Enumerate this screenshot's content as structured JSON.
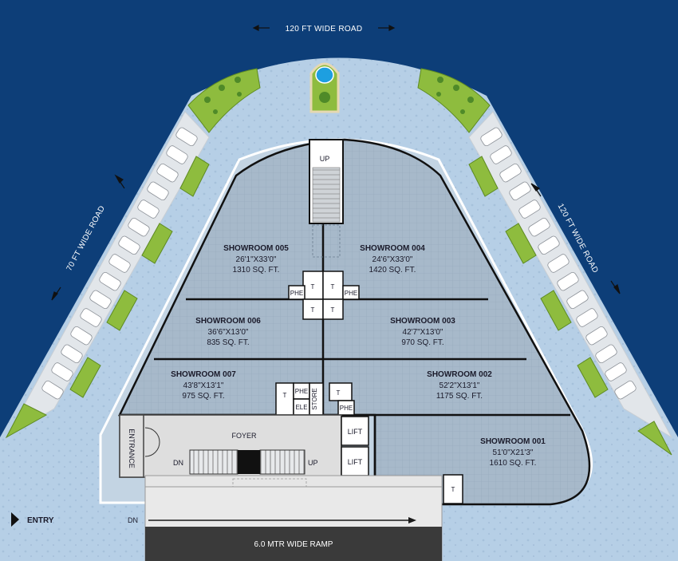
{
  "roads": {
    "top": "120 FT WIDE ROAD",
    "left": "70 FT WIDE ROAD",
    "right": "120 FT WIDE ROAD"
  },
  "showrooms": [
    {
      "id": "005",
      "name": "SHOWROOM 005",
      "dim": "26'1\"X33'0\"",
      "area": "1310 SQ. FT."
    },
    {
      "id": "004",
      "name": "SHOWROOM 004",
      "dim": "24'6\"X33'0\"",
      "area": "1420 SQ. FT."
    },
    {
      "id": "006",
      "name": "SHOWROOM 006",
      "dim": "36'6\"X13'0\"",
      "area": "835 SQ. FT."
    },
    {
      "id": "003",
      "name": "SHOWROOM 003",
      "dim": "42'7\"X13'0\"",
      "area": "970 SQ. FT."
    },
    {
      "id": "007",
      "name": "SHOWROOM 007",
      "dim": "43'8\"X13'1\"",
      "area": "975 SQ. FT."
    },
    {
      "id": "002",
      "name": "SHOWROOM 002",
      "dim": "52'2\"X13'1\"",
      "area": "1175 SQ. FT."
    },
    {
      "id": "001",
      "name": "SHOWROOM 001",
      "dim": "51'0\"X21'3\"",
      "area": "1610 SQ. FT."
    }
  ],
  "labels": {
    "up": "UP",
    "dn": "DN",
    "foyer": "FOYER",
    "entrance": "ENTRANCE",
    "lift": "LIFT",
    "toilet": "T",
    "phe": "PHE",
    "ele": "ELE",
    "store": "STORE",
    "entry": "ENTRY",
    "ramp": "6.0 MTR WIDE RAMP"
  },
  "colors": {
    "sea": "#0d3e78",
    "ground": "#b6cfe6",
    "floor": "#a7b9ca",
    "parking": "#e2e6ea",
    "green": "#8ebc3e",
    "ramp": "#3a3a3a"
  }
}
